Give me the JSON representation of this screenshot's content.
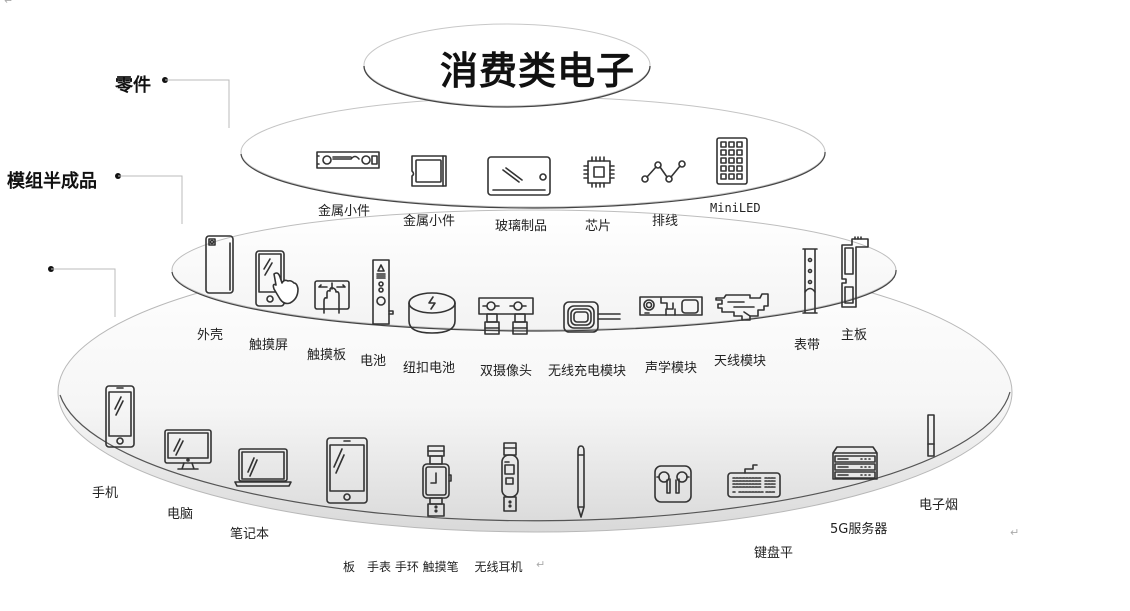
{
  "title": "消费类电子",
  "levels": {
    "parts": "零件",
    "modules": "模组半成品",
    "products": ""
  },
  "parts_items": [
    {
      "label": "金属小件",
      "icon": "metal-bracket-icon"
    },
    {
      "label": "金属小件",
      "icon": "sim-tray-icon"
    },
    {
      "label": "玻璃制品",
      "icon": "glass-panel-icon"
    },
    {
      "label": "芯片",
      "icon": "chip-icon"
    },
    {
      "label": "排线",
      "icon": "flex-cable-icon"
    },
    {
      "label": "MiniLED",
      "icon": "miniled-grid-icon"
    }
  ],
  "module_items": [
    {
      "label": "外壳",
      "icon": "phone-shell-icon"
    },
    {
      "label": "触摸屏",
      "icon": "touchscreen-icon"
    },
    {
      "label": "触摸板",
      "icon": "touchpad-icon"
    },
    {
      "label": "电池",
      "icon": "battery-icon"
    },
    {
      "label": "纽扣电池",
      "icon": "coin-battery-icon"
    },
    {
      "label": "双摄像头",
      "icon": "dual-camera-icon"
    },
    {
      "label": "无线充电模块",
      "icon": "wireless-charging-coil-icon"
    },
    {
      "label": "声学模块",
      "icon": "acoustic-module-icon"
    },
    {
      "label": "天线模块",
      "icon": "antenna-module-icon"
    },
    {
      "label": "表带",
      "icon": "watch-strap-icon"
    },
    {
      "label": "主板",
      "icon": "mainboard-icon"
    }
  ],
  "product_items": [
    {
      "label": "手机",
      "icon": "smartphone-icon"
    },
    {
      "label": "电脑",
      "icon": "desktop-computer-icon"
    },
    {
      "label": "笔记本",
      "icon": "laptop-icon"
    },
    {
      "label": "",
      "icon": "tablet-icon"
    },
    {
      "label": "",
      "icon": "smartwatch-icon"
    },
    {
      "label": "",
      "icon": "fitness-band-icon"
    },
    {
      "label": "",
      "icon": "stylus-icon"
    },
    {
      "label": "",
      "icon": "earbuds-icon"
    },
    {
      "label": "",
      "icon": "keyboard-icon"
    },
    {
      "label": "5G服务器",
      "icon": "server-icon"
    },
    {
      "label": "电子烟",
      "icon": "e-cigarette-icon"
    }
  ],
  "keyboard_label": "键盘平",
  "bottom_caption": "板　手表 手环 触摸笔　 无线耳机",
  "return_mark": "↵"
}
